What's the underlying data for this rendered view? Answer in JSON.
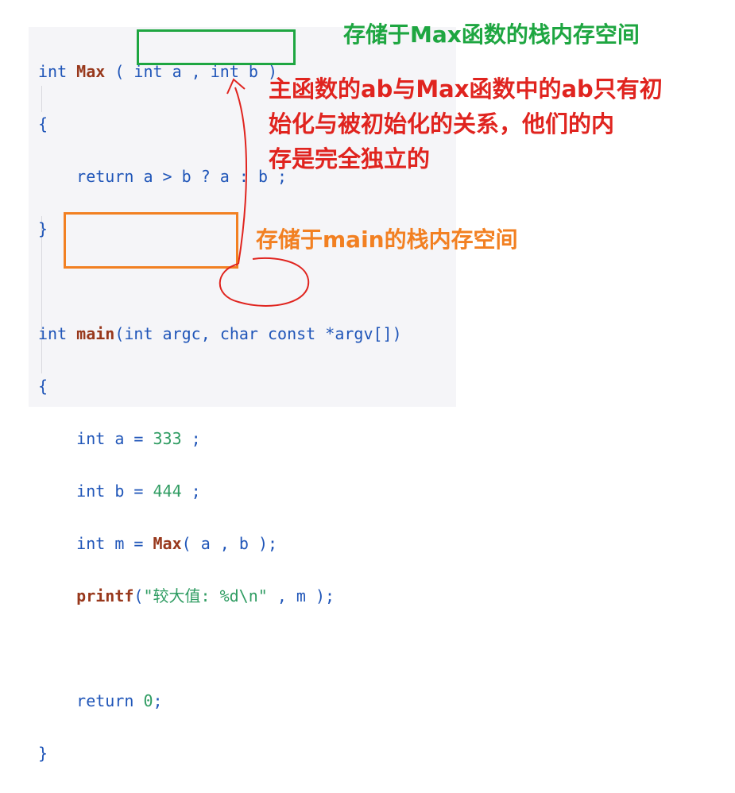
{
  "code": {
    "max_kw": "int",
    "max_name": "Max",
    "max_params_open": " ( ",
    "max_p1_type": "int",
    "max_p1_name": " a ",
    "max_comma": ", ",
    "max_p2_type": "int",
    "max_p2_name": " b ",
    "max_params_close": ")",
    "brace_open_1": "{",
    "return_kw": "return",
    "return_expr": " a > b ? a : b ;",
    "brace_close_1": "}",
    "main_kw": "int",
    "main_name": "main",
    "main_params_open": "(",
    "main_p1_type": "int",
    "main_p1_name": " argc, ",
    "main_p2_type": "char const",
    "main_p2_name": " *argv[])",
    "brace_open_2": "{",
    "decl_a_kw": "int",
    "decl_a_rest": " a = ",
    "decl_a_val": "333",
    "decl_a_end": " ;",
    "decl_b_kw": "int",
    "decl_b_rest": " b = ",
    "decl_b_val": "444",
    "decl_b_end": " ;",
    "decl_m_kw": "int",
    "decl_m_rest": " m = ",
    "decl_m_fn": "Max",
    "decl_m_args": "( a , b );",
    "printf_fn": "printf",
    "printf_open": "(",
    "printf_str": "\"较大值: %d\\n\"",
    "printf_rest": " , m );",
    "return2_kw": "return",
    "return2_sp": " ",
    "return2_val": "0",
    "return2_end": ";",
    "brace_close_2": "}"
  },
  "annotations": {
    "green_note": "存储于Max函数的栈内存空间",
    "red_note_line1": "主函数的ab与Max函数中的ab只有初",
    "red_note_line2": "始化与被初始化的关系，他们的内",
    "red_note_line3": "存是完全独立的",
    "orange_note": "存储于main的栈内存空间"
  },
  "colors": {
    "green": "#1ea641",
    "red": "#e0241f",
    "orange": "#f28022",
    "keyword": "#1f55b8",
    "function": "#98381c",
    "number": "#2f9c62",
    "panel_bg": "#f5f5f8"
  }
}
